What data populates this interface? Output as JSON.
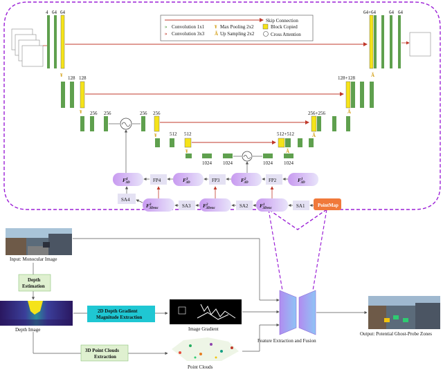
{
  "colors": {
    "green_block": "#5fa04e",
    "yellow_block": "#f5e31a",
    "purple_node": "#c9a7ef",
    "light_node": "#e4e1f3",
    "orange_btn": "#f0793a",
    "dashed_border": "#9b1fd6",
    "skip_arrow": "#c0392b",
    "depth_box": "#dff0d0",
    "gradient_box": "#1fc7d3"
  },
  "legend": {
    "skip": "Skip Connection",
    "conv1": "Convolution 1x1",
    "conv3": "Convolution 3x3",
    "maxpool": "Max Pooling 2x2",
    "upsample": "Up Sampling 2x2",
    "copied": "Block Copied",
    "cross": "Cross Attention"
  },
  "unet": {
    "l1_left": [
      "4",
      "64",
      "64"
    ],
    "l1_right": [
      "64+64",
      "64",
      "64"
    ],
    "l2_left": "128",
    "l2_left_b": "128",
    "l2_right": "128+128",
    "l3_left_a": "256",
    "l3_left_b": "256",
    "l3_mid_a": "256",
    "l3_mid_b": "256",
    "l3_right": "256+256",
    "l4_left_a": "512",
    "l4_left_b": "512",
    "l4_right": "512+512",
    "l5": [
      "1024",
      "1024",
      "1024",
      "1024"
    ]
  },
  "pointnet": {
    "f4": "F",
    "f4_sup": "4",
    "f4_sub": "3D",
    "f3": "F",
    "f3_sup": "3",
    "f3_sub": "3D",
    "f2": "F",
    "f2_sup": "2",
    "f2_sub": "3D",
    "f1": "F",
    "f1_sup": "1",
    "f1_sub": "3D",
    "fp4": "FP4",
    "fp3": "FP3",
    "fp2": "FP2",
    "sa1": "SA1",
    "sa2": "SA2",
    "sa3": "SA3",
    "sa4": "SA4",
    "enc3": "F",
    "enc3_sup": "3",
    "enc3_sub": "3Denc",
    "enc2": "F",
    "enc2_sup": "2",
    "enc2_sub": "3Denc",
    "enc1": "F",
    "enc1_sup": "1",
    "enc1_sub": "3Denc",
    "pointmap": "PointMap"
  },
  "pipeline": {
    "input_label": "Input: Monocular Image",
    "depth_est_1": "Depth",
    "depth_est_2": "Estimation",
    "depth_image": "Depth Image",
    "grad_1": "2D Depth Gradient",
    "grad_2": "Magnitude Extraction",
    "image_gradient": "Image Gradient",
    "pc_1": "3D Point Clouds",
    "pc_2": "Extraction",
    "point_clouds": "Point Clouds",
    "fusion": "Feature Extraction and Fusion",
    "output": "Output: Potential Ghost-Probe Zones"
  }
}
